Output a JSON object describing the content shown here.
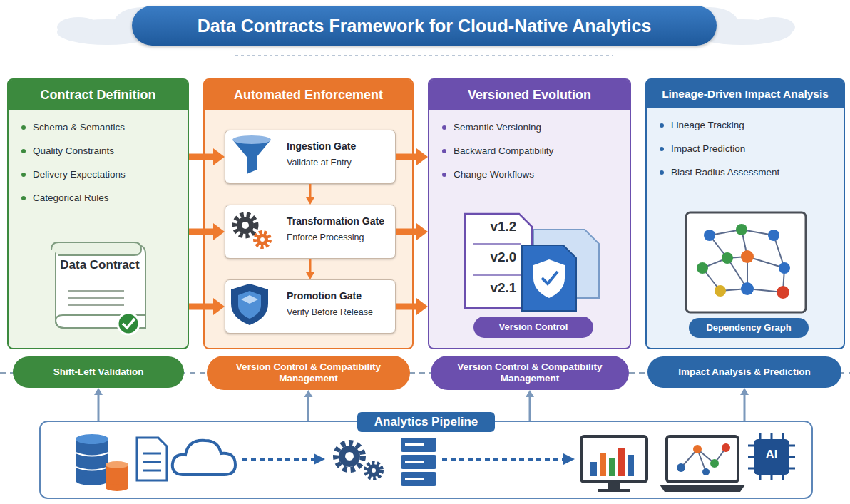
{
  "diagram": {
    "title": "Data Contracts Framework for Cloud-Native Analytics",
    "nodes": [
      {
        "text": [
          "Contract Definition",
          "Schema & Semantics",
          "Quality Constraints",
          "Delivery Expectations",
          "Categorical Rules"
        ]
      },
      {
        "text": [
          "Data Contract"
        ],
        "in": 0
      },
      {
        "text": [
          "Automated Enforcement"
        ]
      },
      {
        "text": [
          "Ingestion Gate",
          "Validate at Entry"
        ],
        "in": 2
      },
      {
        "text": [
          "Transformation Gate",
          "Enforce Processing"
        ],
        "in": 2
      },
      {
        "text": [
          "Promotion Gate",
          "Verify Before Release"
        ],
        "in": 2
      },
      {
        "text": [
          "Versioned Evolution",
          "Semantic Versioning",
          "Backward Compatibility",
          "Change Workflows"
        ]
      },
      {
        "text": [
          "Version Control"
        ],
        "in": 6
      },
      {
        "text": [
          "Lineage-Driven Impact Analysis",
          "Lineage Tracking",
          "Impact Prediction",
          "Blast Radius Assessment"
        ]
      },
      {
        "text": [
          "Dependency Graph"
        ],
        "in": 8
      },
      {
        "text": [
          "Shift-Left Validation"
        ]
      },
      {
        "text": [
          "Version Control & Compatibility Management"
        ]
      },
      {
        "text": [
          "Version Control & Compatibility Management"
        ]
      },
      {
        "text": [
          "Impact Analysis & Prediction"
        ]
      },
      {
        "text": [
          "Analytics Pipeline"
        ]
      }
    ],
    "edges": [
      {
        "from": 0,
        "to": 3,
        "arrow": "to"
      },
      {
        "from": 0,
        "to": 4,
        "arrow": "to"
      },
      {
        "from": 0,
        "to": 5,
        "arrow": "to"
      },
      {
        "from": 3,
        "to": 4,
        "arrow": "to"
      },
      {
        "from": 4,
        "to": 5,
        "arrow": "to"
      },
      {
        "from": 3,
        "to": 6,
        "arrow": "to"
      },
      {
        "from": 4,
        "to": 6,
        "arrow": "to"
      },
      {
        "from": 5,
        "to": 6,
        "arrow": "to"
      },
      {
        "from": 14,
        "to": 10,
        "arrow": "to"
      },
      {
        "from": 14,
        "to": 11,
        "arrow": "to"
      },
      {
        "from": 14,
        "to": 12,
        "arrow": "to"
      },
      {
        "from": 14,
        "to": 13,
        "arrow": "to"
      }
    ],
    "labels": [
      "v1.2",
      "v2.0",
      "v2.1",
      "AI"
    ]
  }
}
